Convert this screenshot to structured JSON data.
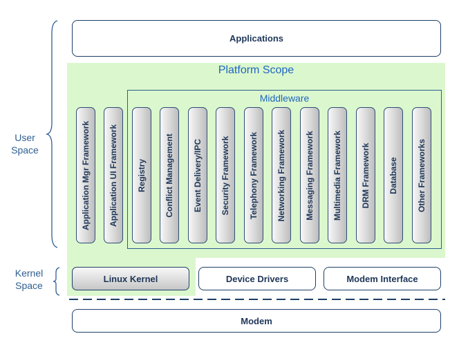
{
  "labels": {
    "user_space": "User Space",
    "kernel_space": "Kernel Space",
    "platform_scope": "Platform Scope",
    "middleware": "Middleware"
  },
  "boxes": {
    "applications": "Applications",
    "linux_kernel": "Linux Kernel",
    "device_drivers": "Device Drivers",
    "modem_interface": "Modem Interface",
    "modem": "Modem"
  },
  "frameworks": [
    "Application Mgr Framework",
    "Application UI Framework"
  ],
  "middleware_items": [
    "Registry",
    "Conflict Management",
    "Event Delivery/IPC",
    "Security Framework",
    "Telephony Framework",
    "Networking Framework",
    "Messaging Framework",
    "Multimedia Framework",
    "DRM Framework",
    "Database",
    "Other Frameworks"
  ],
  "colors": {
    "platform_fill": "#dbf7cd",
    "border": "#1c3f66",
    "label_blue": "#1f66c0"
  }
}
